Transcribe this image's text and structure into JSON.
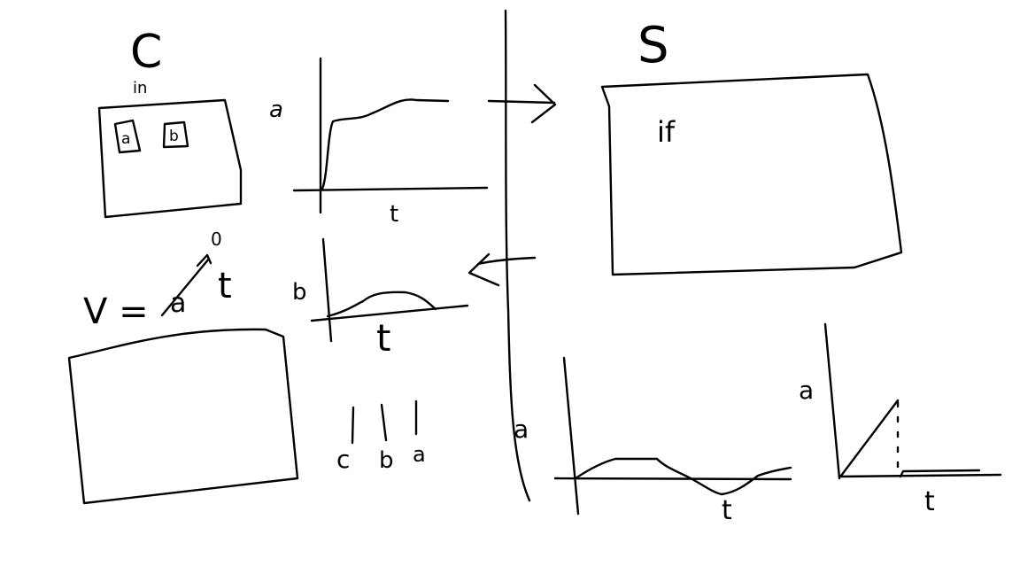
{
  "colors": {
    "ink": "#000000",
    "background": "#ffffff"
  },
  "left_panel": {
    "heading": "C",
    "box_label": "in",
    "box_item_a": "a",
    "box_item_b": "b",
    "graph_a": {
      "ylabel": "a",
      "xlabel": "t"
    },
    "graph_b": {
      "ylabel": "b",
      "xlabel": "t"
    },
    "equation": {
      "lhs": "V =",
      "struck": "a",
      "superscript": "0",
      "term": "t"
    },
    "stack_labels": [
      "c",
      "b",
      "a"
    ]
  },
  "right_panel": {
    "heading": "S",
    "box_label": "if",
    "graph_a": {
      "ylabel": "a",
      "xlabel": "t"
    },
    "graph_right": {
      "ylabel": "a",
      "xlabel": "t"
    }
  }
}
